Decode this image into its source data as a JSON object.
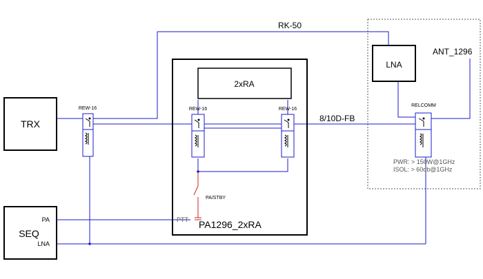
{
  "blocks": {
    "trx": "TRX",
    "seq": "SEQ",
    "lna": "LNA",
    "amp": "2xRA",
    "pa_box": "PA1296_2xRA"
  },
  "ports": {
    "seq_pa": "PA",
    "seq_lna": "LNA",
    "ptt": "PTT"
  },
  "relays": {
    "rew_left": "REW-16",
    "rew_pa_left": "REW-16",
    "rew_pa_right": "REW-16",
    "relcomm": "RELCOMM"
  },
  "cables": {
    "rk50": "RK-50",
    "main_feed": "8/10D-FB",
    "antenna": "ANT_1296"
  },
  "switch": "PA/STBY",
  "specs": {
    "pwr": "PWR: > 150W@1GHz",
    "isol": "ISOL: > 60db@1GHz"
  },
  "colors": {
    "rf_line": "#1a1acc",
    "control_line": "#cc2222",
    "box_border": "#000000"
  }
}
